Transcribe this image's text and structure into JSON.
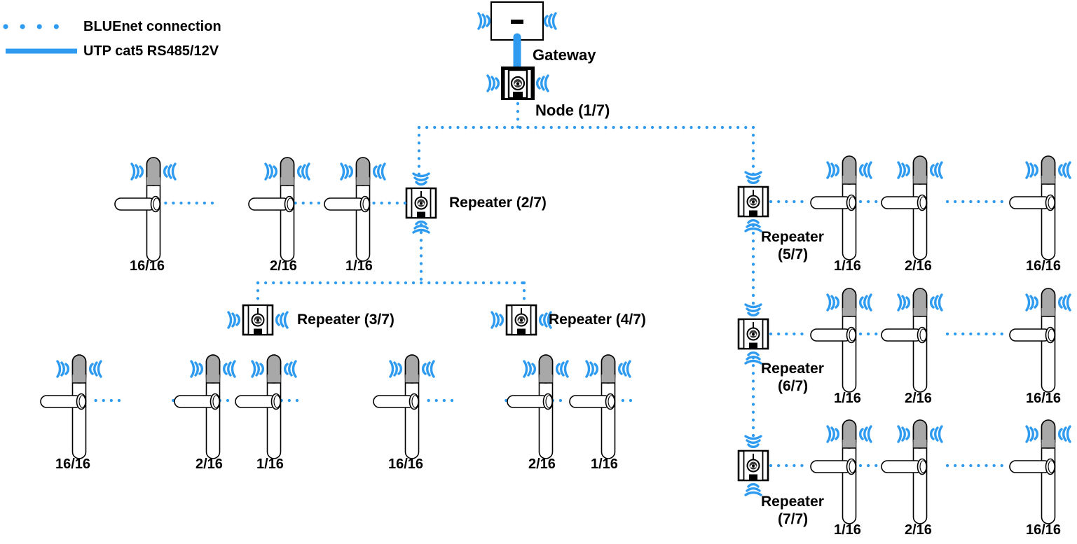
{
  "meta": {
    "title": "BLUEnet wireless lock network topology",
    "colors": {
      "bluenet": "#2e9bf0",
      "utp": "#2e9bf0",
      "handle_top": "#a8a8a8",
      "outline": "#000000",
      "background": "#ffffff"
    }
  },
  "legend": {
    "items": [
      {
        "id": "bluenet",
        "label": "BLUEnet connection",
        "style": "dotted",
        "icon": "dotted-line-icon"
      },
      {
        "id": "utp",
        "label": "UTP cat5 RS485/12V",
        "style": "solid",
        "icon": "solid-line-icon"
      }
    ]
  },
  "devices": {
    "gateway": {
      "label": "Gateway",
      "icon": "gateway-icon"
    },
    "node": {
      "label": "Node (1/7)",
      "icon": "node-icon"
    },
    "repeaters": [
      {
        "id": "r2",
        "label": "Repeater (2/7)",
        "lines": [
          "Repeater (2/7)"
        ],
        "icon": "repeater-icon"
      },
      {
        "id": "r3",
        "label": "Repeater (3/7)",
        "lines": [
          "Repeater (3/7)"
        ],
        "icon": "repeater-icon"
      },
      {
        "id": "r4",
        "label": "Repeater (4/7)",
        "lines": [
          "Repeater (4/7)"
        ],
        "icon": "repeater-icon"
      },
      {
        "id": "r5",
        "label": "Repeater (5/7)",
        "lines": [
          "Repeater",
          "(5/7)"
        ],
        "icon": "repeater-icon"
      },
      {
        "id": "r6",
        "label": "Repeater (6/7)",
        "lines": [
          "Repeater",
          "(6/7)"
        ],
        "icon": "repeater-icon"
      },
      {
        "id": "r7",
        "label": "Repeater (7/7)",
        "lines": [
          "Repeater",
          "(7/7)"
        ],
        "icon": "repeater-icon"
      }
    ]
  },
  "handle_groups": [
    {
      "id": "group-r2",
      "parent": "r2",
      "labels": [
        "16/16",
        "2/16",
        "1/16"
      ]
    },
    {
      "id": "group-r3",
      "parent": "r3",
      "labels": [
        "16/16",
        "2/16",
        "1/16"
      ]
    },
    {
      "id": "group-r4",
      "parent": "r4",
      "labels": [
        "16/16",
        "2/16",
        "1/16"
      ]
    },
    {
      "id": "group-r5",
      "parent": "r5",
      "labels": [
        "1/16",
        "2/16",
        "16/16"
      ]
    },
    {
      "id": "group-r6",
      "parent": "r6",
      "labels": [
        "1/16",
        "2/16",
        "16/16"
      ]
    },
    {
      "id": "group-r7",
      "parent": "r7",
      "labels": [
        "1/16",
        "2/16",
        "16/16"
      ]
    }
  ],
  "handle_labels": {
    "g2_0": "16/16",
    "g2_1": "2/16",
    "g2_2": "1/16",
    "g3_0": "16/16",
    "g3_1": "2/16",
    "g3_2": "1/16",
    "g4_0": "16/16",
    "g4_1": "2/16",
    "g4_2": "1/16",
    "g5_0": "1/16",
    "g5_1": "2/16",
    "g5_2": "16/16",
    "g6_0": "1/16",
    "g6_1": "2/16",
    "g6_2": "16/16",
    "g7_0": "1/16",
    "g7_1": "2/16",
    "g7_2": "16/16"
  }
}
